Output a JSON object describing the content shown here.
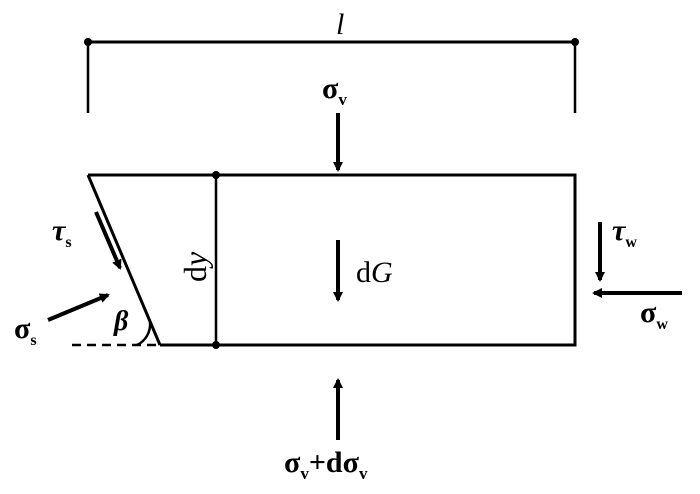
{
  "labels": {
    "length": "l",
    "sigma_v_top": {
      "symbol": "σ",
      "sub": "v"
    },
    "sigma_v_bottom": {
      "s1": "σ",
      "sub1": "v",
      "plus": "+d",
      "s2": "σ",
      "sub2": "v"
    },
    "tau_s": {
      "symbol": "τ",
      "sub": "s"
    },
    "sigma_s": {
      "symbol": "σ",
      "sub": "s"
    },
    "beta": "β",
    "dy": {
      "d": "d",
      "y": "y"
    },
    "dG": {
      "d": "d",
      "G": "G"
    },
    "tau_w": {
      "symbol": "τ",
      "sub": "w"
    },
    "sigma_w": {
      "symbol": "σ",
      "sub": "w"
    }
  }
}
